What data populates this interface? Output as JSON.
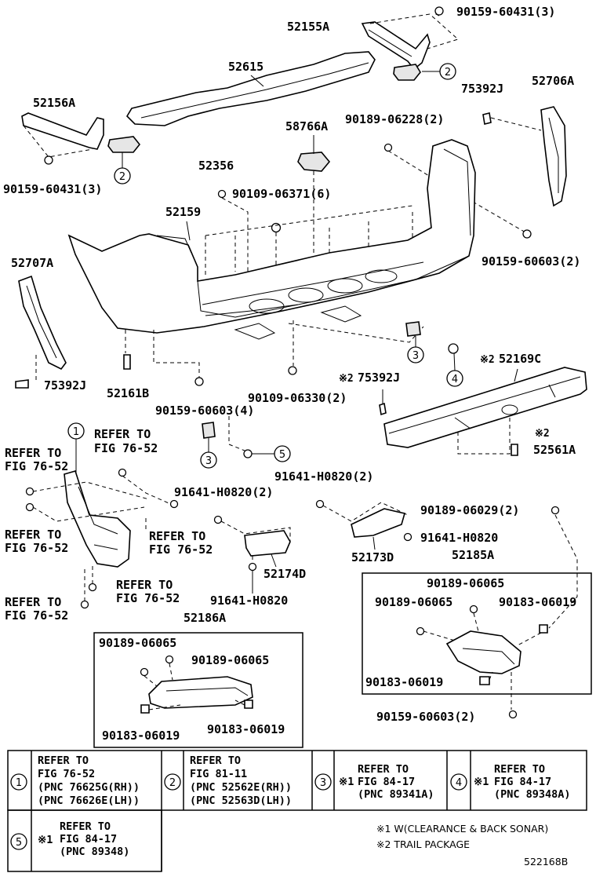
{
  "parts": {
    "p52155A": "52155A",
    "p90159_60431_top": "90159-60431(3)",
    "p52615": "52615",
    "p52156A": "52156A",
    "p75392J_top": "75392J",
    "p52706A": "52706A",
    "p58766A": "58766A",
    "p90189_06228": "90189-06228(2)",
    "p90159_60431_left": "90159-60431(3)",
    "p52356": "52356",
    "p90109_06371": "90109-06371(6)",
    "p52159": "52159",
    "p52707A": "52707A",
    "p90159_60603_right": "90159-60603(2)",
    "p75392J_left": "75392J",
    "p52161B": "52161B",
    "p90159_60603_4": "90159-60603(4)",
    "p90109_06330": "90109-06330(2)",
    "p75392J_mid": "75392J",
    "p52169C": "52169C",
    "p52561A": "52561A",
    "p91641_H0820_2a": "91641-H0820(2)",
    "p91641_H0820_2b": "91641-H0820(2)",
    "p90189_06029": "90189-06029(2)",
    "p91641_H0820_c": "91641-H0820",
    "p52173D": "52173D",
    "p52185A": "52185A",
    "p52174D": "52174D",
    "p91641_H0820_d": "91641-H0820",
    "p52186A": "52186A",
    "p90189_06065_a": "90189-06065",
    "p90189_06065_b": "90189-06065",
    "p90189_06065_c": "90189-06065",
    "p90189_06065_d": "90189-06065",
    "p90183_06019_a": "90183-06019",
    "p90183_06019_b": "90183-06019",
    "p90183_06019_c": "90183-06019",
    "p90183_06019_d": "90183-06019",
    "p90159_60603_bottom": "90159-60603(2)"
  },
  "marks": {
    "kome2": "※2",
    "kome2b": "※2",
    "kome2c": "※2"
  },
  "refer": {
    "line1": "REFER TO",
    "fig7652": "FIG 76-52"
  },
  "callouts": [
    "1",
    "2",
    "3",
    "4",
    "5"
  ],
  "legend": {
    "cell1": {
      "num": "1",
      "l1": "REFER TO",
      "l2": "FIG 76-52",
      "l3": "(PNC 76625G(RH))",
      "l4": "(PNC 76626E(LH))"
    },
    "cell2": {
      "num": "2",
      "l1": "REFER TO",
      "l2": "FIG 81-11",
      "l3": "(PNC 52562E(RH))",
      "l4": "(PNC 52563D(LH))"
    },
    "cell3": {
      "num": "3",
      "mark": "※1",
      "l1": "REFER TO",
      "l2": "FIG 84-17",
      "l3": "(PNC 89341A)"
    },
    "cell4": {
      "num": "4",
      "mark": "※1",
      "l1": "REFER TO",
      "l2": "FIG 84-17",
      "l3": "(PNC 89348A)"
    },
    "cell5": {
      "num": "5",
      "mark": "※1",
      "l1": "REFER TO",
      "l2": "FIG 84-17",
      "l3": "(PNC 89348)"
    }
  },
  "notes": {
    "n1": "※1 W(CLEARANCE & BACK SONAR)",
    "n2": "※2 TRAIL PACKAGE"
  },
  "diagram_id": "522168B"
}
